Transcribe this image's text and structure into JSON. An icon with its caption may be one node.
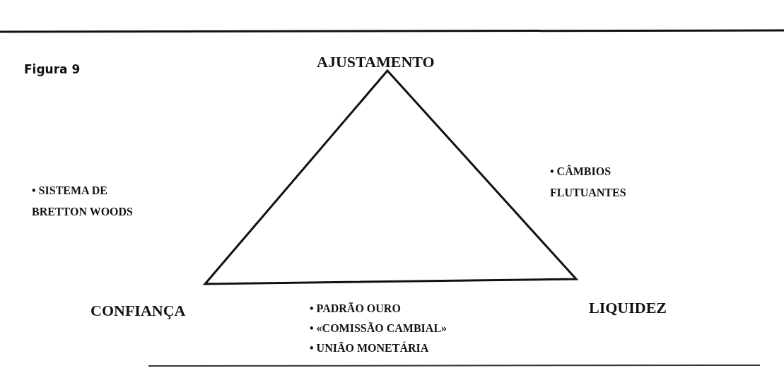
{
  "diagram": {
    "title": "Figura 9",
    "labels": [
      "AJUSTAMENTO",
      "• SISTEMA DE BRETTON WOODS",
      "• CÂMBIOS FLUTUANTES",
      "CONFIANÇA",
      "• PADRÃO OURO",
      "• «COMISSÃO CAMBIAL»",
      "• UNIÃO MONETÁRIA",
      "LIQUIDEZ"
    ]
  }
}
